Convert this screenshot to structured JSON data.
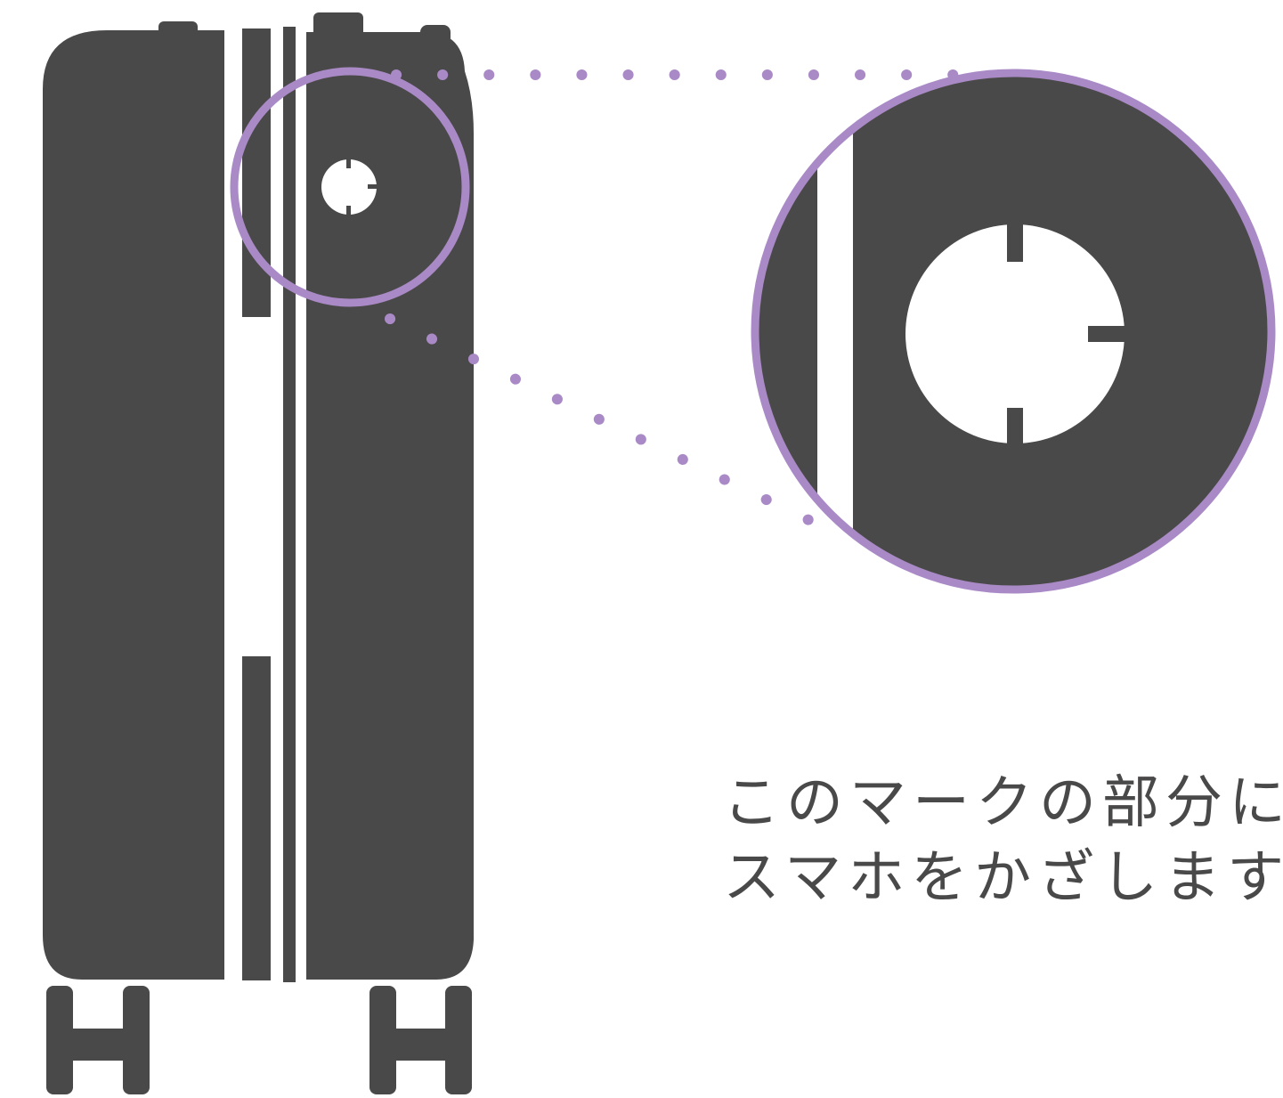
{
  "caption": {
    "line1": "このマークの部分に",
    "line2": "スマホをかざします"
  },
  "colors": {
    "suitcase": "#4a4949",
    "highlight": "#a98ac6",
    "background": "#ffffff"
  },
  "icons": {
    "mark": "nfc-target-mark",
    "object": "suitcase"
  }
}
